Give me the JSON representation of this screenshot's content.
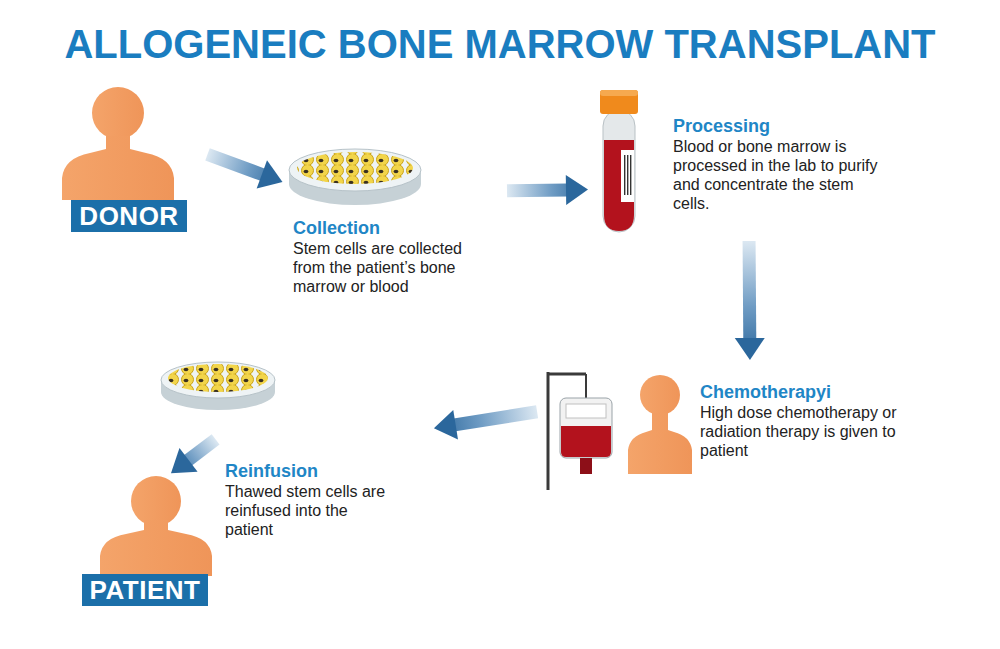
{
  "diagram": {
    "title": "ALLOGENEIC BONE MARROW TRANSPLANT",
    "nodes": [
      {
        "text": [
          "DONOR"
        ]
      },
      {
        "text": [
          "Collection",
          "Stem cells are collected from the patient’s bone marrow or blood"
        ]
      },
      {
        "text": [
          "Processing",
          "Blood or bone marrow is processed in the lab to purify and concentrate the stem cells."
        ]
      },
      {
        "text": [
          "Chemotherapyi",
          "High dose chemotherapy or radiation therapy is given to patient"
        ]
      },
      {
        "text": [
          "Reinfusion",
          "Thawed stem cells are reinfused into the patient"
        ]
      },
      {
        "text": [
          "PATIENT"
        ]
      }
    ],
    "edges": [
      {
        "from": 0,
        "to": 1,
        "arrow": "to"
      },
      {
        "from": 1,
        "to": 2,
        "arrow": "to"
      },
      {
        "from": 2,
        "to": 3,
        "arrow": "to"
      },
      {
        "from": 3,
        "to": 4,
        "arrow": "to"
      },
      {
        "from": 4,
        "to": 5,
        "arrow": "to"
      }
    ]
  }
}
